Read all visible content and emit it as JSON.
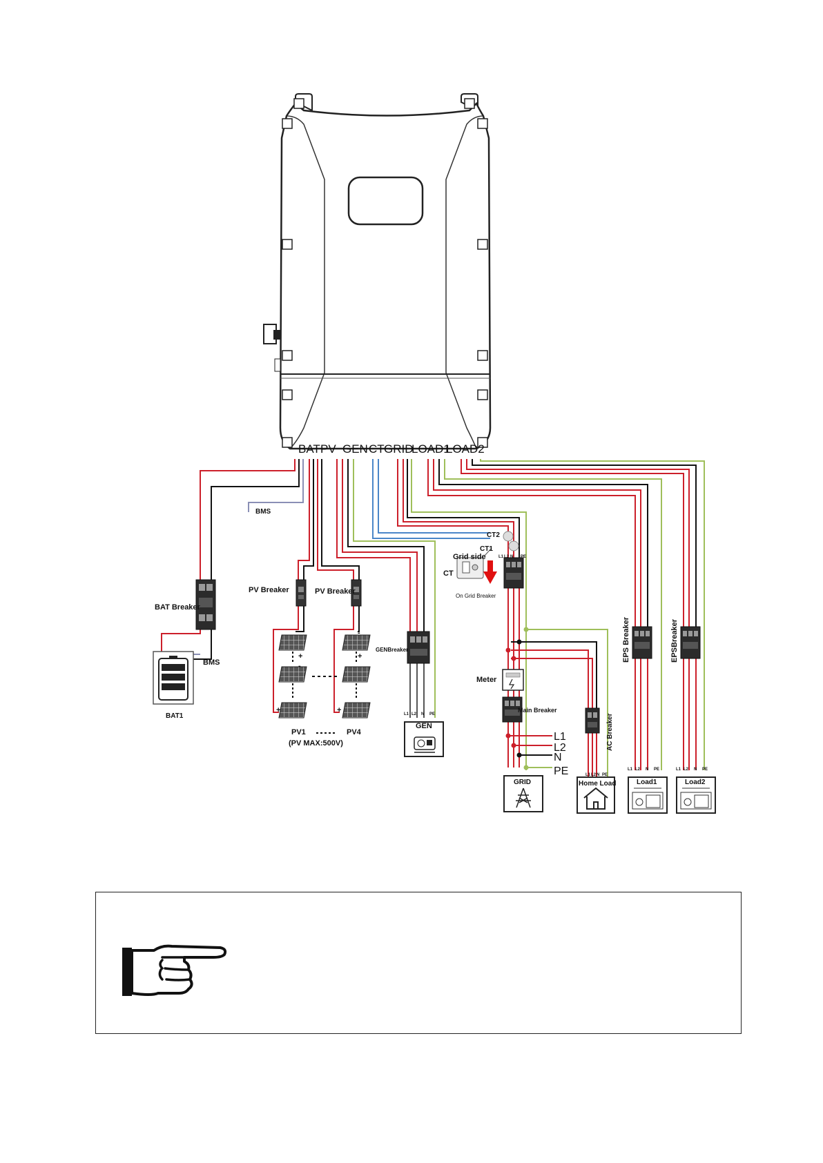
{
  "inverter": {
    "ports": [
      "BAT",
      "PV",
      "GEN",
      "CT",
      "GRID",
      "LOAD1",
      "LOAD2"
    ]
  },
  "labels": {
    "bms_top": "BMS",
    "bms_bottom": "BMS",
    "bat_breaker": "BAT Breaker",
    "bat1": "BAT1",
    "pv_breaker_1": "PV Breaker",
    "pv_breaker_2": "PV Breaker",
    "pv1": "PV1",
    "pv4": "PV4",
    "pv_max": "(PV MAX:500V)",
    "gen_breaker": "GENBreaker",
    "gen": "GEN",
    "ct2": "CT2",
    "ct1": "CT1",
    "grid_side": "Grid side",
    "ct": "CT",
    "on_grid_breaker": "On Grid Breaker",
    "meter": "Meter",
    "main_breaker": "Main Breaker",
    "ac_breaker": "AC Breaker",
    "eps_breaker_1": "EPS Breaker",
    "eps_breaker_2": "EPSBreaker",
    "line_l1": "L1",
    "line_l2": "L2",
    "line_n": "N",
    "line_pe": "PE",
    "grid": "GRID",
    "home_load": "Home Load",
    "load1": "Load1",
    "load2": "Load2",
    "term_l1": "L1",
    "term_l2": "L2",
    "term_n": "N",
    "term_pe": "PE",
    "plus": "+",
    "minus": "-"
  },
  "colors": {
    "live": "#cc1f2a",
    "neutral": "#111111",
    "earth": "#9fbf5a",
    "ct": "#4a86c8",
    "bms": "#8a8fb5",
    "arrow": "#e01010"
  },
  "icons": {
    "note": "pointing-hand-icon",
    "grid": "transmission-tower-icon",
    "home": "house-icon",
    "generator": "generator-icon",
    "battery": "battery-icon",
    "load": "appliance-icon"
  }
}
